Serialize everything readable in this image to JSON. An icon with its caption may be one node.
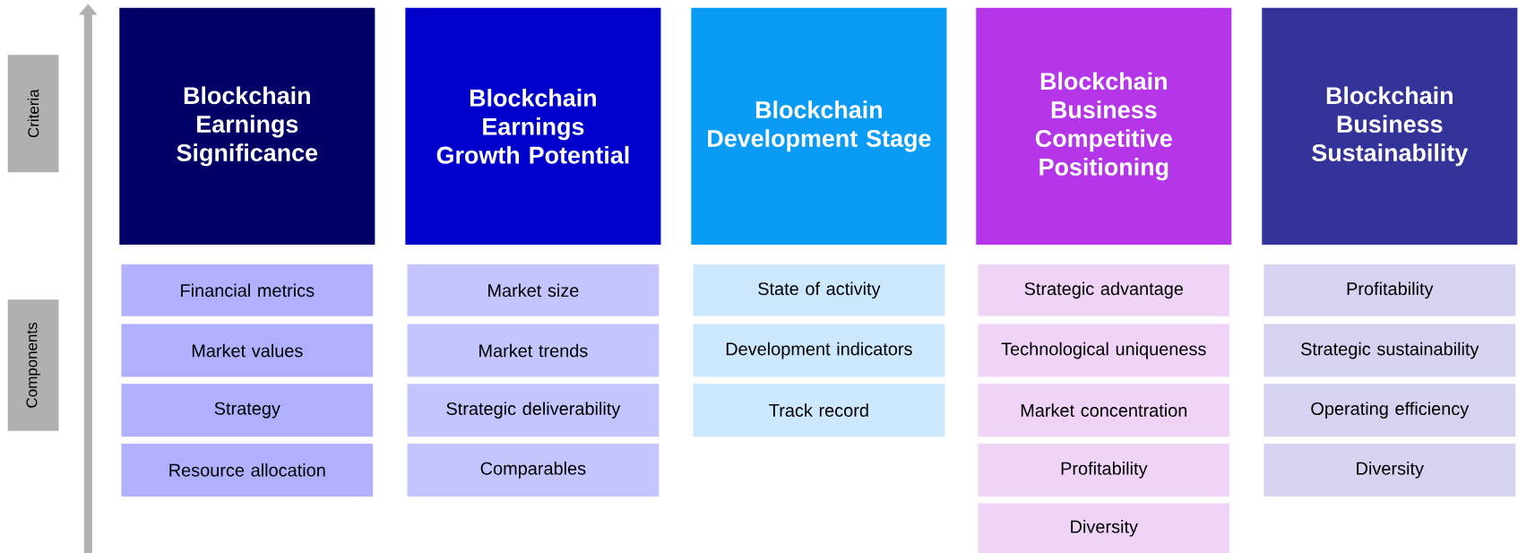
{
  "diagram": {
    "nodes": [
      {
        "text": [
          "Criteria"
        ]
      },
      {
        "text": [
          "Components"
        ]
      },
      {
        "text": [
          "Blockchain Earnings Significance"
        ]
      },
      {
        "text": [
          "Financial metrics"
        ]
      },
      {
        "text": [
          "Market values"
        ]
      },
      {
        "text": [
          "Strategy"
        ]
      },
      {
        "text": [
          "Resource allocation"
        ]
      },
      {
        "text": [
          "Blockchain Earnings Growth Potential"
        ]
      },
      {
        "text": [
          "Market size"
        ]
      },
      {
        "text": [
          "Market trends"
        ]
      },
      {
        "text": [
          "Strategic deliverability"
        ]
      },
      {
        "text": [
          "Comparables"
        ]
      },
      {
        "text": [
          "Blockchain Development Stage"
        ]
      },
      {
        "text": [
          "State of activity"
        ]
      },
      {
        "text": [
          "Development indicators"
        ]
      },
      {
        "text": [
          "Track record"
        ]
      },
      {
        "text": [
          "Blockchain Business Competitive Positioning"
        ]
      },
      {
        "text": [
          "Strategic advantage"
        ]
      },
      {
        "text": [
          "Technological uniqueness"
        ]
      },
      {
        "text": [
          "Market concentration"
        ]
      },
      {
        "text": [
          "Profitability"
        ]
      },
      {
        "text": [
          "Diversity"
        ]
      },
      {
        "text": [
          "Blockchain Business Sustainability"
        ]
      },
      {
        "text": [
          "Profitability"
        ]
      },
      {
        "text": [
          "Strategic sustainability"
        ]
      },
      {
        "text": [
          "Operating efficiency"
        ]
      },
      {
        "text": [
          "Diversity"
        ]
      }
    ]
  }
}
